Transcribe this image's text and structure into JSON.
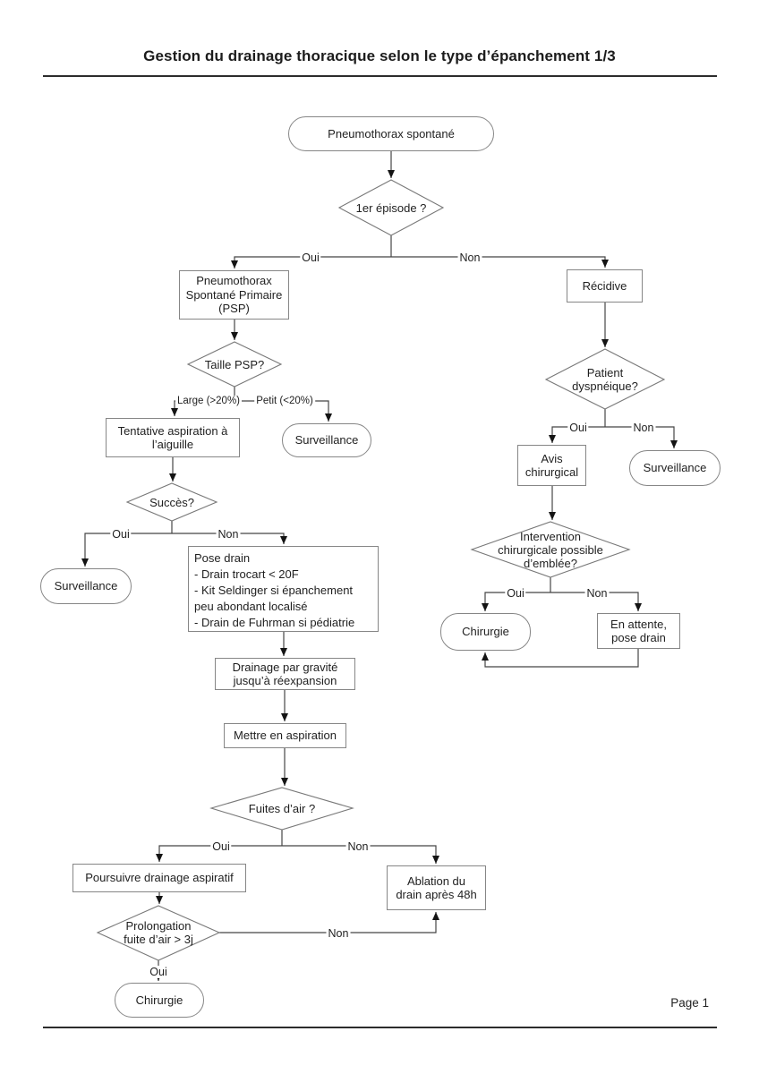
{
  "page": {
    "title": "Gestion du drainage thoracique selon le type d’épanchement 1/3",
    "footer": "Page 1"
  },
  "labels": {
    "oui": "Oui",
    "non": "Non",
    "large": "Large (>20%)",
    "petit": "Petit (<20%)"
  },
  "nodes": {
    "start": "Pneumothorax spontané",
    "episode": "1er épisode ?",
    "psp": "Pneumothorax\nSpontané Primaire\n(PSP)",
    "recidive": "Récidive",
    "taille": "Taille PSP?",
    "tentative": "Tentative aspiration à\nl’aiguille",
    "surveillance": "Surveillance",
    "succes": "Succès?",
    "pose_drain": "Pose drain\n- Drain trocart < 20F\n- Kit Seldinger si épanchement\npeu abondant localisé\n- Drain de Fuhrman si pédiatrie",
    "drainage_gravite": "Drainage par gravité\njusqu’à réexpansion",
    "aspiration": "Mettre en aspiration",
    "fuites": "Fuites d’air ?",
    "poursuivre": "Poursuivre drainage aspiratif",
    "ablation": "Ablation du\ndrain après 48h",
    "prolongation": "Prolongation\nfuite d’air > 3j",
    "chirurgie": "Chirurgie",
    "dyspneique": "Patient\ndyspnéique?",
    "avis": "Avis\nchirurgical",
    "intervention": "Intervention\nchirurgicale possible\nd’emblée?",
    "en_attente": "En attente,\npose drain"
  }
}
